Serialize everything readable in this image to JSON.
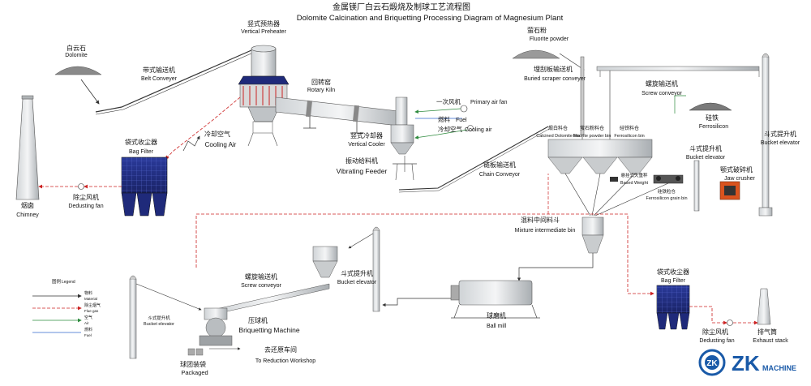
{
  "title": {
    "zh": "金属镁厂白云石煅烧及制球工艺流程图",
    "en": "Dolomite Calcination and Briquetting Processing Diagram of Magnesium Plant"
  },
  "labels": {
    "dolomite_zh": "白云石",
    "dolomite_en": "Dolomite",
    "belt_zh": "带式输送机",
    "belt_en": "Belt Conveyer",
    "preheater_zh": "竖式预热器",
    "preheater_en": "Vertical Preheater",
    "kiln_zh": "回转窑",
    "kiln_en": "Rotary Kiln",
    "primary_air_zh": "一次风机",
    "primary_air_en": "Primary air fan",
    "fuel_zh": "燃料",
    "fuel_en": "Fuel",
    "cooling_air2_zh": "冷却空气",
    "cooling_air2_en": "Cooling air",
    "cooler_zh": "竖式冷却器",
    "cooler_en": "Vertical Cooler",
    "vib_feeder_zh": "振动给料机",
    "vib_feeder_en": "Vibrating Feeder",
    "cooling_air_zh": "冷却空气",
    "cooling_air_en": "Cooling Air",
    "bag_filter_zh": "袋式收尘器",
    "bag_filter_en": "Bag Filter",
    "dedusting_zh": "除尘风机",
    "dedusting_en": "Dedusting fan",
    "chimney_zh": "烟囱",
    "chimney_en": "Chimney",
    "fluorite_zh": "萤石粉",
    "fluorite_en": "Fluorite powder",
    "buried_zh": "埋刮板输送机",
    "buried_en": "Buried scraper conveyer",
    "screw_top_zh": "螺旋输送机",
    "screw_top_en": "Screw conveyor",
    "bucket_right_zh": "斗式提升机",
    "bucket_right_en": "Bucket elevator",
    "calcined_bin_zh": "煅白料仓",
    "calcined_bin_en": "Calcined Dolomite bin",
    "fluorite_bin_zh": "萤石粉料仓",
    "fluorite_bin_en": "Fluorite powder bin",
    "ferro_bin_zh": "硅铁料仓",
    "ferro_bin_en": "Ferrosilicon bin",
    "ferrosilicon_zh": "硅铁",
    "ferrosilicon_en": "Ferrosilicon",
    "bucket_mid_zh": "斗式提升机",
    "bucket_mid_en": "Bucket elevator",
    "jaw_zh": "颚式破碎机",
    "jaw_en": "Jaw crusher",
    "ferro_grain_zh": "硅铁粒仓",
    "ferro_grain_en": "Ferrosilicon grain bin",
    "weight_zh": "悬挂式失重秤",
    "weight_en": "Based Weight",
    "chain_zh": "链板输送机",
    "chain_en": "Chain Conveyor",
    "mixture_zh": "混料中间料斗",
    "mixture_en": "Mixture intermediate bin",
    "screw_low_zh": "螺旋输送机",
    "screw_low_en": "Screw conveyor",
    "bucket_low_zh": "斗式提升机",
    "bucket_low_en": "Bucket elevator",
    "bucket_left_zh": "斗式提升机",
    "bucket_left_en": "Bucket elevator",
    "briq_zh": "压球机",
    "briq_en": "Briquetting Machine",
    "packaged_zh": "球团装袋",
    "packaged_en": "Packaged",
    "reduction_zh": "去还原车间",
    "reduction_en": "To Reduction Workshop",
    "ballmill_zh": "球磨机",
    "ballmill_en": "Ball mill",
    "bag_filter2_zh": "袋式收尘器",
    "bag_filter2_en": "Bag Filter",
    "dedusting2_zh": "除尘风机",
    "dedusting2_en": "Dedusting fan",
    "exhaust_zh": "排气筒",
    "exhaust_en": "Exhaust stack"
  },
  "legend": {
    "title_zh": "图例",
    "title_en": "Legend",
    "items": [
      {
        "zh": "物料",
        "en": "Material",
        "color": "#333333"
      },
      {
        "zh": "除尘烟气",
        "en": "Flue gas",
        "color": "#cc2222"
      },
      {
        "zh": "空气",
        "en": "Air",
        "color": "#2e8b3e"
      },
      {
        "zh": "燃料",
        "en": "Fuel",
        "color": "#3366cc"
      }
    ]
  },
  "logo": {
    "mark": "ZK",
    "text": "MACHINE",
    "color": "#1a5aa8"
  },
  "colors": {
    "material": "#333333",
    "fluegas": "#cc2222",
    "air": "#2e8b3e",
    "fuel": "#3366cc",
    "equipment": "#1f2a7a"
  }
}
